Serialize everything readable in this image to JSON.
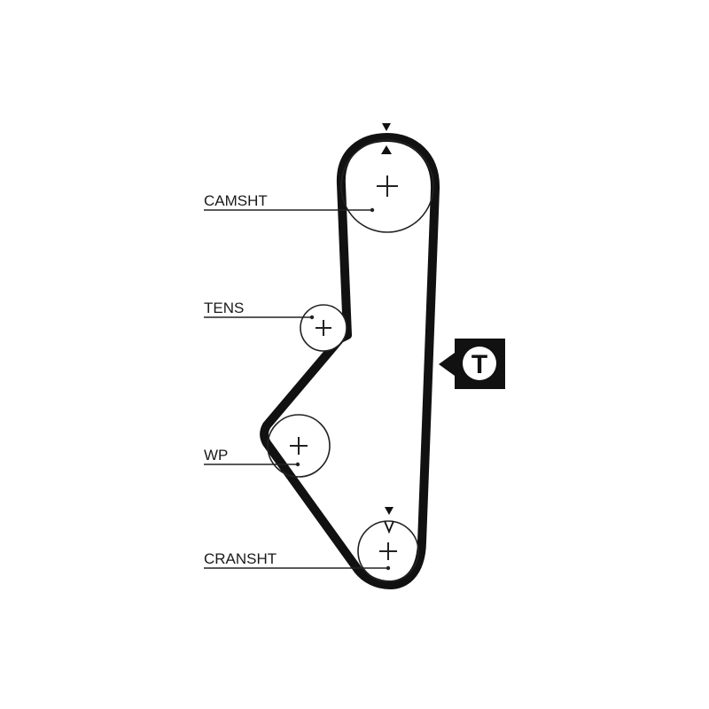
{
  "labels": {
    "camshaft": "CAMSHT",
    "tensioner": "TENS",
    "water_pump": "WP",
    "crankshaft": "CRANSHT"
  },
  "tension_marker": {
    "letter": "T"
  },
  "colors": {
    "belt": "#111111",
    "pulley_outline": "#222222",
    "leader_line": "#222222",
    "label_text": "#1a1a1a",
    "marker_box": "#111111",
    "marker_circle": "#ffffff"
  },
  "icons": {
    "pulley_center": "plus-icon",
    "timing_mark": "triangle-icon",
    "tension_marker": "tension-t-icon"
  }
}
